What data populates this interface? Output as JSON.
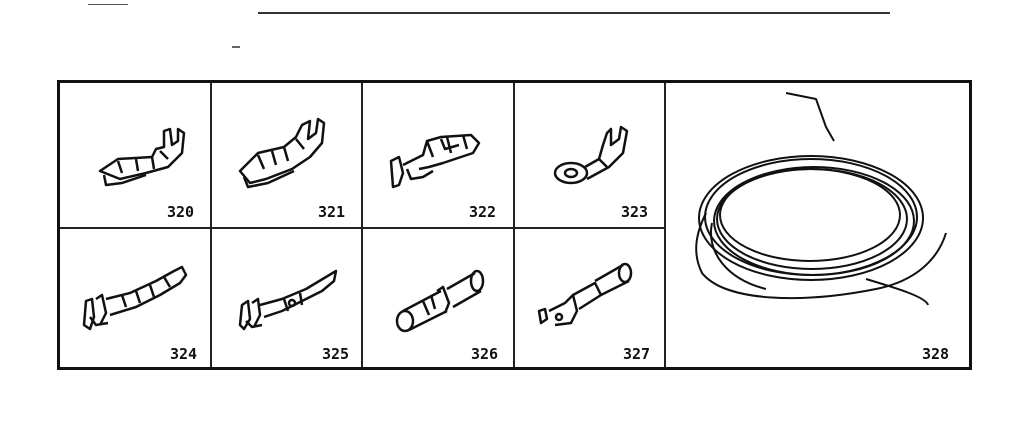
{
  "parts": [
    {
      "number": "320",
      "name": "receptacle-terminal-small"
    },
    {
      "number": "321",
      "name": "receptacle-terminal-large"
    },
    {
      "number": "322",
      "name": "insulated-receptacle-terminal"
    },
    {
      "number": "323",
      "name": "ring-terminal"
    },
    {
      "number": "324",
      "name": "pin-terminal-long"
    },
    {
      "number": "325",
      "name": "pin-terminal-short"
    },
    {
      "number": "326",
      "name": "tubular-sleeve"
    },
    {
      "number": "327",
      "name": "bullet-connector"
    },
    {
      "number": "328",
      "name": "wire-coil"
    }
  ]
}
